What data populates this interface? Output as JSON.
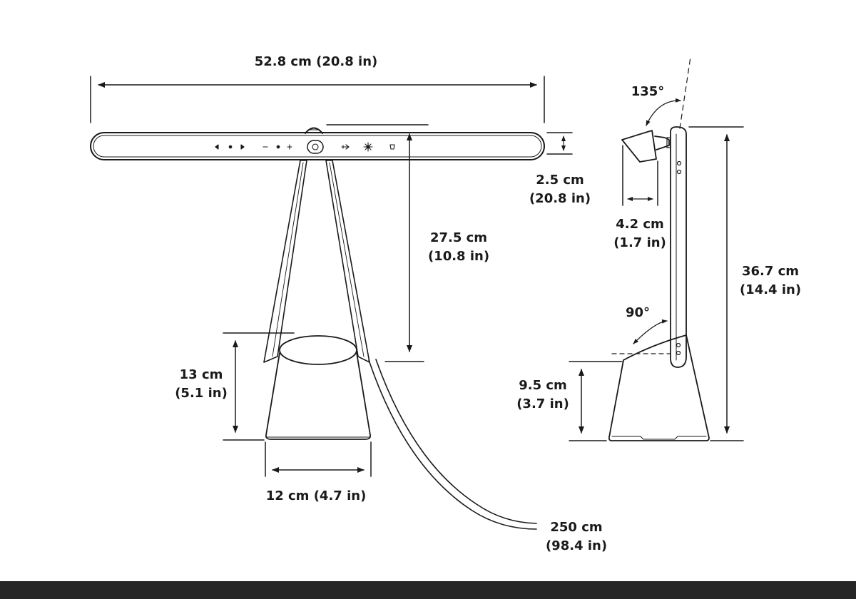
{
  "colors": {
    "line": "#1a1a1a",
    "footer": "#262626",
    "background": "#ffffff"
  },
  "dimensions": {
    "bar_length": {
      "line1": "52.8 cm (20.8 in)"
    },
    "bar_height": {
      "line1": "2.5 cm",
      "line2": "(20.8 in)"
    },
    "lamp_height_front": {
      "line1": "27.5 cm",
      "line2": "(10.8 in)"
    },
    "base_height_front": {
      "line1": "13 cm",
      "line2": "(5.1 in)"
    },
    "base_width": {
      "line1": "12 cm (4.7 in)"
    },
    "cable_length": {
      "line1": "250 cm",
      "line2": "(98.4 in)"
    },
    "head_angle": {
      "line1": "135°"
    },
    "head_depth": {
      "line1": "4.2 cm",
      "line2": "(1.7 in)"
    },
    "total_height_side": {
      "line1": "36.7 cm",
      "line2": "(14.4 in)"
    },
    "arm_angle": {
      "line1": "90°"
    },
    "base_height_side": {
      "line1": "9.5 cm",
      "line2": "(3.7 in)"
    }
  },
  "control_icons": [
    "arrow-left-icon",
    "dot-icon",
    "arrow-right-icon",
    "minus-icon",
    "dot-icon",
    "plus-icon",
    "power-button-icon",
    "usb-icon",
    "sun-icon",
    "mode-icon"
  ]
}
